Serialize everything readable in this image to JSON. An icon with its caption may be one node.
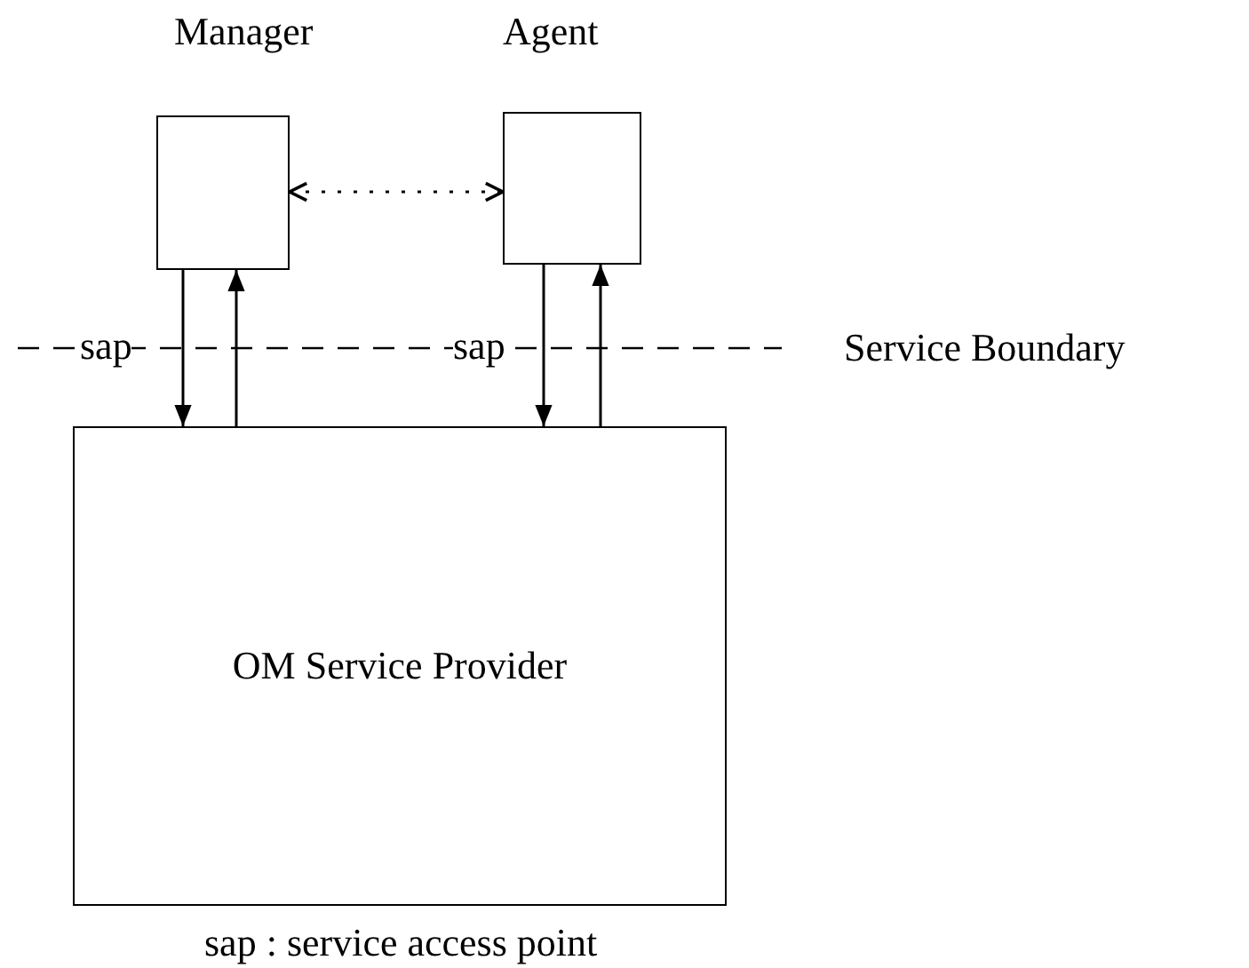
{
  "diagram": {
    "nodes": [
      {
        "text": [
          "Manager"
        ]
      },
      {
        "text": [
          "Agent"
        ]
      },
      {
        "text": [
          "OM Service Provider"
        ]
      }
    ],
    "edges": [
      {
        "from": 0,
        "to": 1,
        "arrow": "both",
        "style": "dashed"
      },
      {
        "from": 0,
        "to": 2,
        "arrow": "to"
      },
      {
        "from": 2,
        "to": 0,
        "arrow": "to"
      },
      {
        "from": 1,
        "to": 2,
        "arrow": "to"
      },
      {
        "from": 2,
        "to": 1,
        "arrow": "to"
      }
    ],
    "labels": [
      "sap",
      "sap",
      "Service Boundary",
      "sap : service access point"
    ]
  }
}
